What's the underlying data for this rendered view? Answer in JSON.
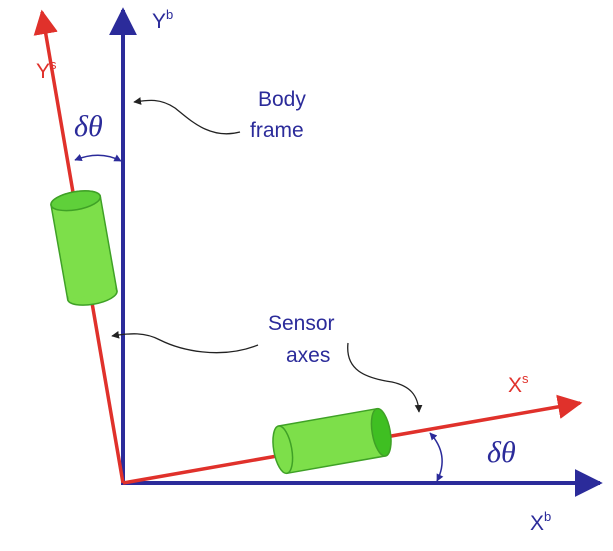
{
  "axes": {
    "body_y_label": "Y",
    "body_y_sup": "b",
    "body_x_label": "X",
    "body_x_sup": "b",
    "sensor_y_label": "Y",
    "sensor_y_sup": "s",
    "sensor_x_label": "X",
    "sensor_x_sup": "s"
  },
  "labels": {
    "delta_theta_top": "δθ",
    "delta_theta_bottom": "δθ",
    "body_frame_line1": "Body",
    "body_frame_line2": "frame",
    "sensor_axes_line1": "Sensor",
    "sensor_axes_line2": "axes"
  },
  "colors": {
    "body_axis": "#2b2b9a",
    "sensor_axis": "#e0312b",
    "sensor_body": "#7ddf4a",
    "sensor_outline": "#3fa126",
    "annotation_line": "#333333"
  }
}
